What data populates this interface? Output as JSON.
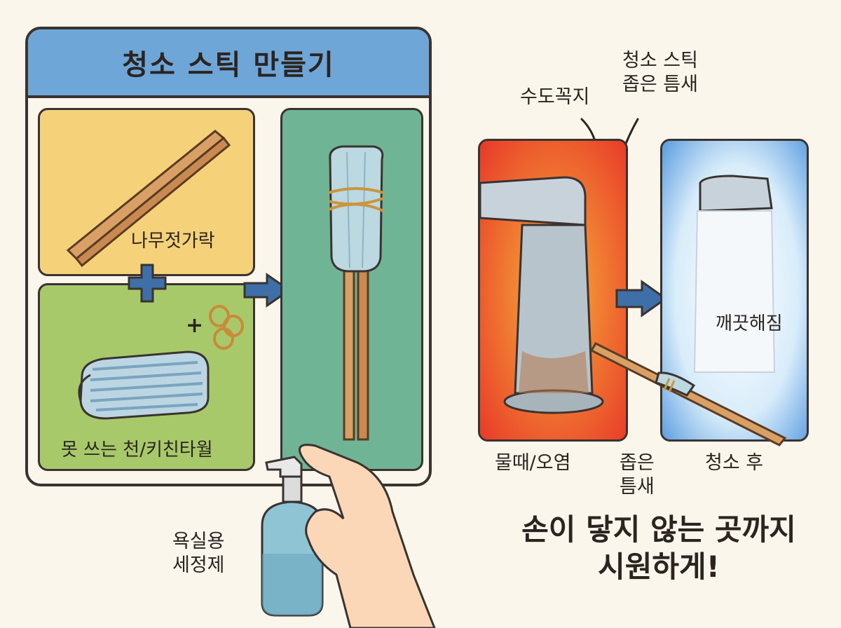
{
  "left_panel": {
    "title": "청소 스틱 만들기",
    "chopsticks_label": "나무젓가락",
    "cloth_label": "못 쓰는 천/키친타월",
    "plus_small": "+"
  },
  "detergent_label": "욕실용\n세정제",
  "right_scene": {
    "faucet_callout": "수도꼭지",
    "stick_callout": "청소 스틱\n좁은 틈새",
    "stain_label": "물때/오염",
    "gap_label": "좁은\n틈새",
    "after_label": "청소 후",
    "clean_label": "깨끗해짐",
    "slogan": "손이 닿지 않는 곳까지\n시원하게!"
  },
  "colors": {
    "header_blue": "#6fa6d8",
    "chopstick_bg": "#f5d27a",
    "cloth_bg": "#a8c96a",
    "result_bg": "#6fb595",
    "dirty_red": "#ee5030",
    "clean_blue": "#5c9ee0",
    "arrow_blue": "#3e6fa8"
  },
  "icons": [
    "plus-icon",
    "arrow-right-icon",
    "chopsticks-icon",
    "towel-icon",
    "rubber-band-icon",
    "cleaning-stick-icon",
    "spray-bottle-icon",
    "hand-icon",
    "faucet-icon",
    "curved-arrow-icon"
  ]
}
